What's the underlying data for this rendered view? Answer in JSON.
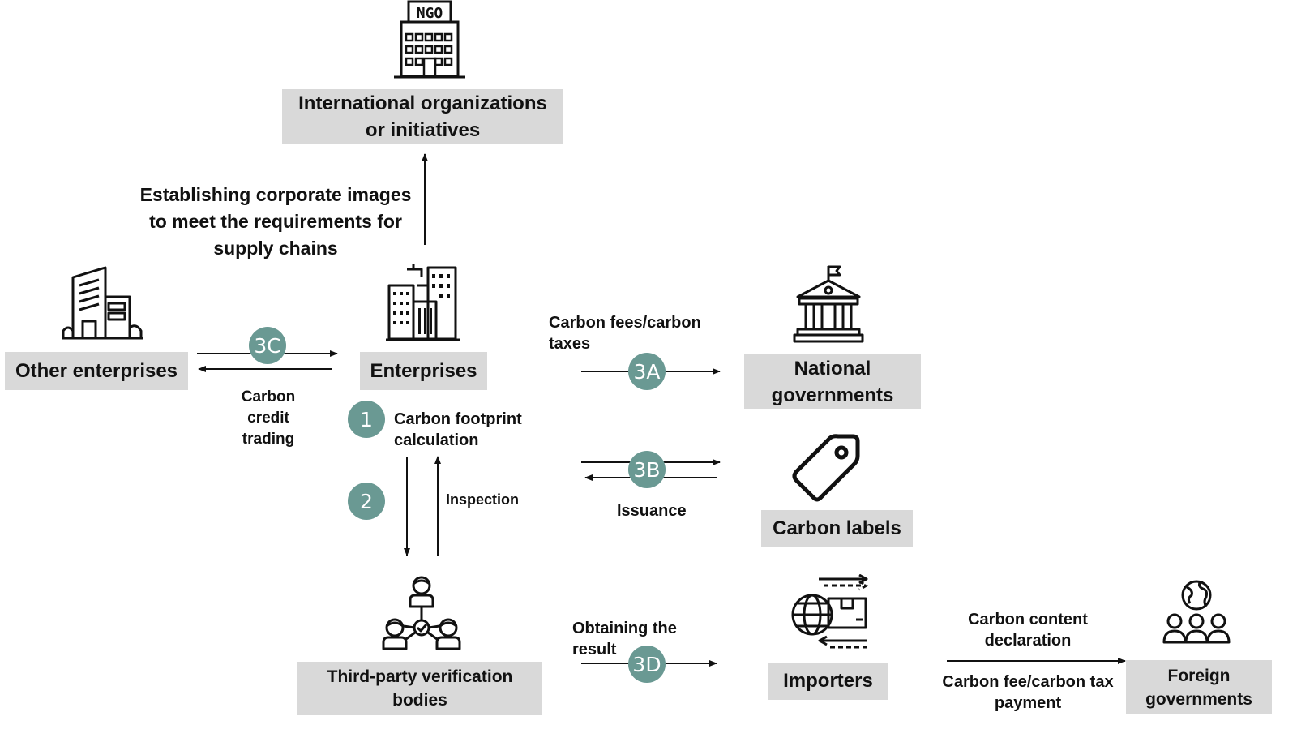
{
  "nodes": {
    "international": "International organizations or initiatives",
    "other_enterprises": "Other enterprises",
    "enterprises": "Enterprises",
    "national_governments": "National governments",
    "carbon_labels": "Carbon labels",
    "third_party": "Third-party verification bodies",
    "importers": "Importers",
    "foreign_governments": "Foreign governments"
  },
  "icon_labels": {
    "ngo": "NGO"
  },
  "edge_labels": {
    "corporate_images": "Establishing corporate images to meet the requirements for supply chains",
    "carbon_credit": "Carbon credit trading",
    "carbon_fees": "Carbon fees/carbon taxes",
    "footprint": "Carbon footprint calculation",
    "inspection": "Inspection",
    "issuance": "Issuance",
    "obtaining": "Obtaining the result",
    "content_declaration": "Carbon content declaration",
    "fee_payment": "Carbon fee/carbon tax payment"
  },
  "badges": {
    "b1": "1",
    "b2": "2",
    "b3a": "3A",
    "b3b": "3B",
    "b3c": "3C",
    "b3d": "3D"
  },
  "colors": {
    "box_fill": "#d9d9d9",
    "badge_fill": "#6a9993",
    "line": "#111111"
  },
  "icons": [
    "ngo-building-icon",
    "office-building-icon",
    "city-buildings-icon",
    "government-building-icon",
    "price-tag-icon",
    "verification-network-icon",
    "global-trade-icon",
    "people-globe-icon"
  ]
}
